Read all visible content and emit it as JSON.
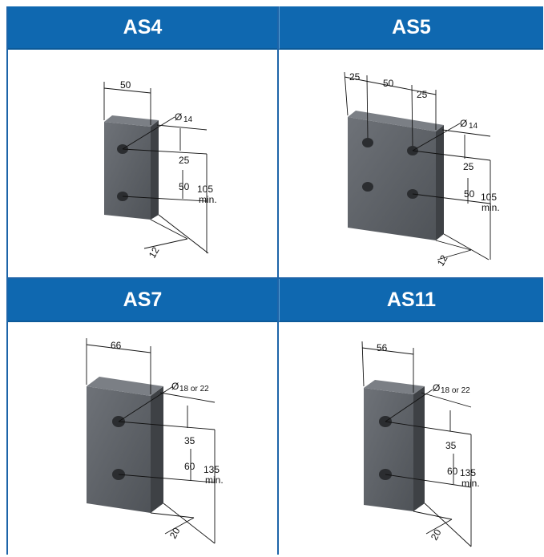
{
  "panels": [
    {
      "title": "AS4",
      "width": "50",
      "diameter": "14",
      "edge": "25",
      "spacing": "50",
      "length": "105",
      "min": "min.",
      "thickness": "12"
    },
    {
      "title": "AS5",
      "edge_left": "25",
      "width": "50",
      "edge_right": "25",
      "diameter": "14",
      "edge": "25",
      "spacing": "50",
      "length": "105",
      "min": "min.",
      "thickness": "12"
    },
    {
      "title": "AS7",
      "width": "66",
      "diameter": "18 or 22",
      "edge": "35",
      "spacing": "60",
      "length": "135",
      "min": "min.",
      "thickness": "20"
    },
    {
      "title": "AS11",
      "width": "56",
      "diameter": "18 or 22",
      "edge": "35",
      "spacing": "60",
      "length": "135",
      "min": "min.",
      "thickness": "20"
    }
  ],
  "symbols": {
    "diameter": "Ø"
  },
  "colors": {
    "header": "#0f68b0",
    "border": "#1d64a8",
    "plate": "#5e6268",
    "plate_side": "#3e4145"
  }
}
